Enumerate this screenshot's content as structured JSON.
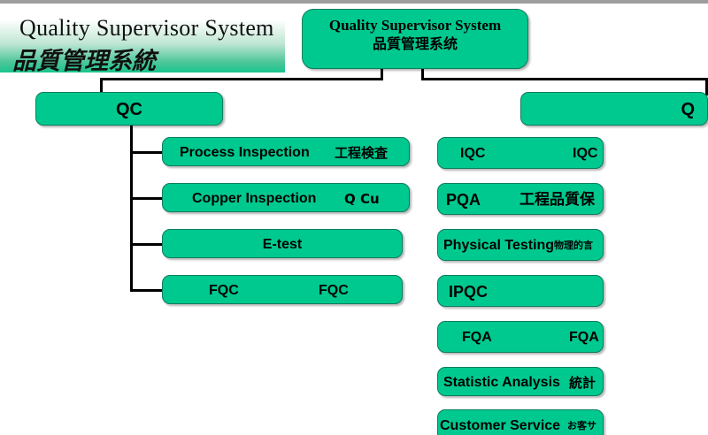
{
  "page": {
    "background": "#ffffff",
    "node_fill": "#00c98f",
    "node_border": "#0b7e5e",
    "line_color": "#000000"
  },
  "banner": {
    "title_en": "Quality Supervisor System",
    "title_cn": "品質管理系統"
  },
  "root": {
    "title_en": "Quality Supervisor System",
    "title_cn": "品質管理系统"
  },
  "left_branch": {
    "head": "QC",
    "children": [
      {
        "en": "Process Inspection",
        "cn": "工程検査"
      },
      {
        "en": "Copper Inspection",
        "cn": "Q Cu"
      },
      {
        "en": "E-test",
        "cn": ""
      },
      {
        "en": "FQC",
        "cn": "FQC"
      }
    ]
  },
  "right_branch": {
    "head": "Q",
    "children": [
      {
        "en": "IQC",
        "cn": "IQC"
      },
      {
        "en": "PQA",
        "cn": "工程品質保"
      },
      {
        "en": "Physical Testing",
        "cn": "物理的言"
      },
      {
        "en": "IPQC",
        "cn": ""
      },
      {
        "en": "FQA",
        "cn": "FQA"
      },
      {
        "en": "Statistic Analysis",
        "cn": "統計"
      },
      {
        "en": "Customer Service",
        "cn": "お客サ"
      }
    ]
  }
}
